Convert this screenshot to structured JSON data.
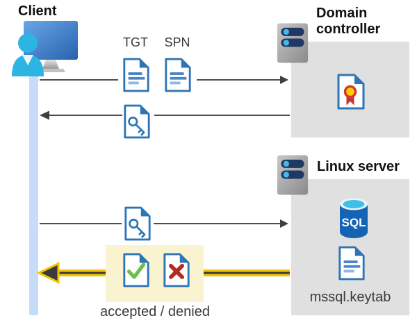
{
  "nodes": {
    "client": {
      "label": "Client"
    },
    "domain_controller": {
      "label": "Domain controller"
    },
    "linux_server": {
      "label": "Linux server"
    }
  },
  "labels": {
    "tgt": "TGT",
    "spn": "SPN",
    "keytab_file": "mssql.keytab",
    "result": "accepted / denied"
  },
  "icons": {
    "sql_badge_text": "SQL"
  },
  "colors": {
    "node_box_gray": "#e0e0e0",
    "highlight_yellow": "#faf3cf",
    "lifeline_blue": "#c6dcf8",
    "doc_outline_blue": "#2e75b6",
    "arrow_gray": "#4d4d4d",
    "arrow_yellow": "#f2c500",
    "check_green": "#6abf4b",
    "cross_red": "#b52a21",
    "sql_body_blue": "#1464b4",
    "sql_top_cyan": "#3fc0e6",
    "server_pill_navy": "#1f3864",
    "server_dot_cyan": "#45b9e8"
  }
}
